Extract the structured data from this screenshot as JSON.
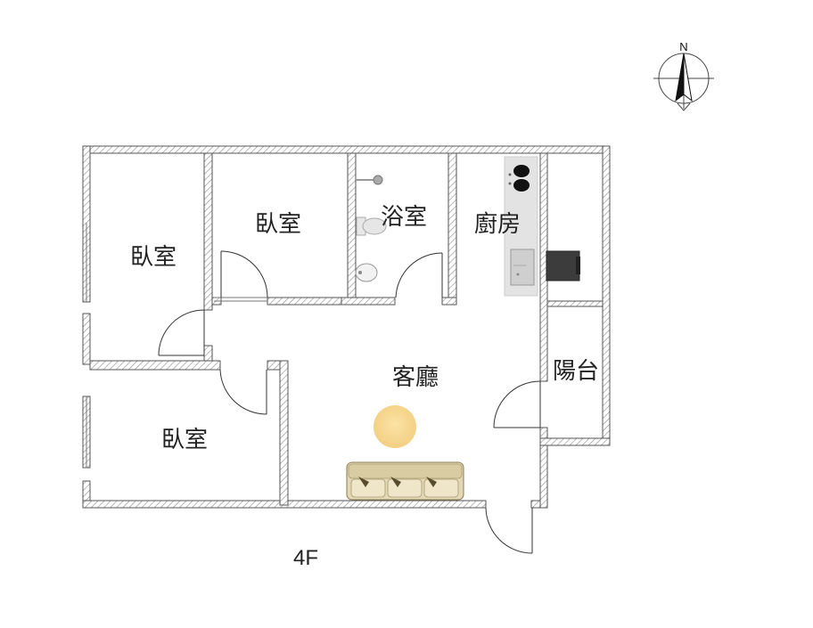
{
  "compass": {
    "north_letter": "N"
  },
  "rooms": {
    "bedroom_left": "臥室",
    "bedroom_middle": "臥室",
    "bedroom_lower": "臥室",
    "bathroom": "浴室",
    "kitchen": "廚房",
    "living_room": "客廳",
    "balcony": "陽台"
  },
  "floor_label": "4F",
  "colors": {
    "wall_outline": "#555555",
    "hatch": "#888888",
    "door_arc": "#333333",
    "lamp": "#f7d68f",
    "sofa": "#e6dcbc",
    "kitchen_counter": "#e3e3e3",
    "appliance": "#3c3c3c"
  }
}
